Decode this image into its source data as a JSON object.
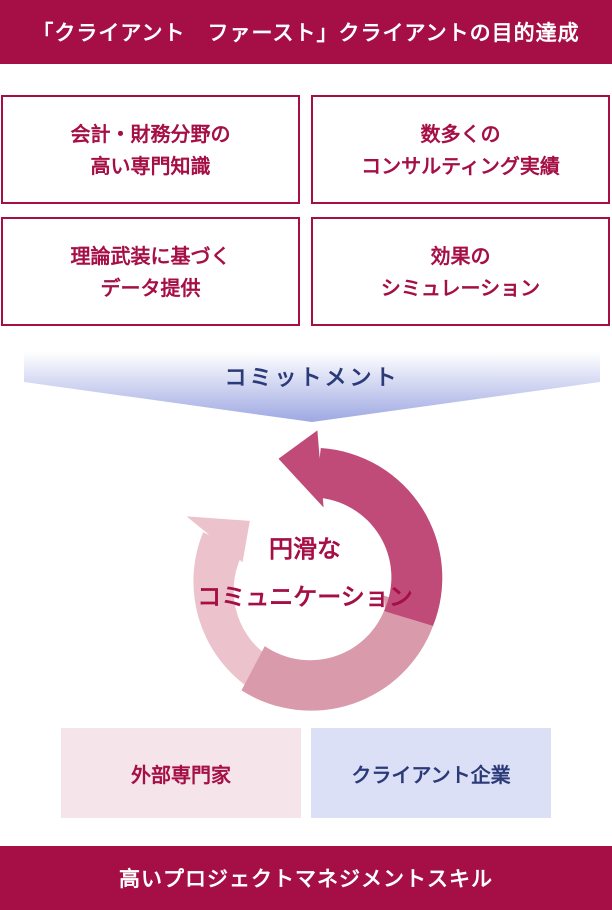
{
  "top_banner": "「クライアント　ファースト」クライアントの目的達成",
  "features": [
    {
      "line1": "会計・財務分野の",
      "line2": "高い専門知識"
    },
    {
      "line1": "数多くの",
      "line2": "コンサルティング実績"
    },
    {
      "line1": "理論武装に基づく",
      "line2": "データ提供"
    },
    {
      "line1": "効果の",
      "line2": "シミュレーション"
    }
  ],
  "commitment": "コミットメント",
  "cycle": {
    "line1": "円滑な",
    "line2": "コミュニケーション"
  },
  "parties": {
    "expert": "外部専門家",
    "client": "クライアント企業"
  },
  "bottom_banner": "高いプロジェクトマネジメントスキル",
  "colors": {
    "brand": "#a50f45",
    "navy": "#2b3a78",
    "arrow_dark": "#c04a78",
    "arrow_mid": "#d99aab",
    "arrow_light": "#ecc3cd",
    "expert_bg": "#f5e5eb",
    "client_bg": "#dce0f6"
  }
}
